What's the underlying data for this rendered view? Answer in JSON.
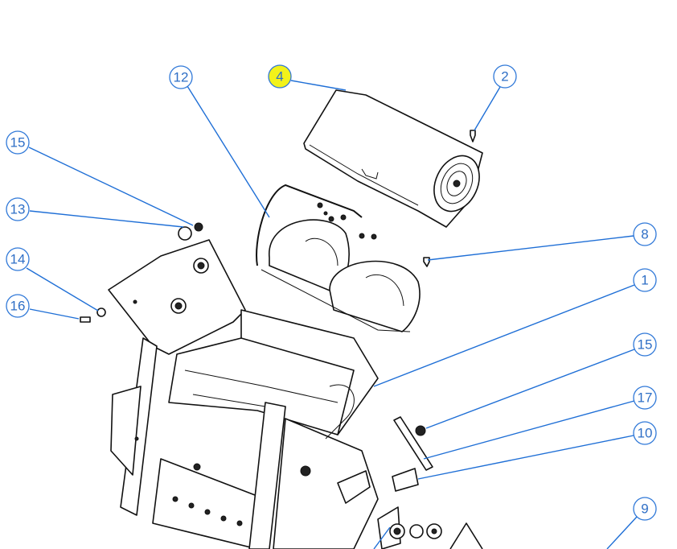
{
  "diagram": {
    "title": "Exploded parts view",
    "accent_color": "#2f78d8",
    "highlight_color": "#f2f21a",
    "callouts": [
      {
        "id": "c12",
        "label": "12",
        "highlighted": false
      },
      {
        "id": "c4",
        "label": "4",
        "highlighted": true
      },
      {
        "id": "c2",
        "label": "2",
        "highlighted": false
      },
      {
        "id": "c15a",
        "label": "15",
        "highlighted": false
      },
      {
        "id": "c13",
        "label": "13",
        "highlighted": false
      },
      {
        "id": "c14",
        "label": "14",
        "highlighted": false
      },
      {
        "id": "c16",
        "label": "16",
        "highlighted": false
      },
      {
        "id": "c8",
        "label": "8",
        "highlighted": false
      },
      {
        "id": "c1",
        "label": "1",
        "highlighted": false
      },
      {
        "id": "c15b",
        "label": "15",
        "highlighted": false
      },
      {
        "id": "c17",
        "label": "17",
        "highlighted": false
      },
      {
        "id": "c10",
        "label": "10",
        "highlighted": false
      },
      {
        "id": "c9",
        "label": "9",
        "highlighted": false
      }
    ]
  }
}
